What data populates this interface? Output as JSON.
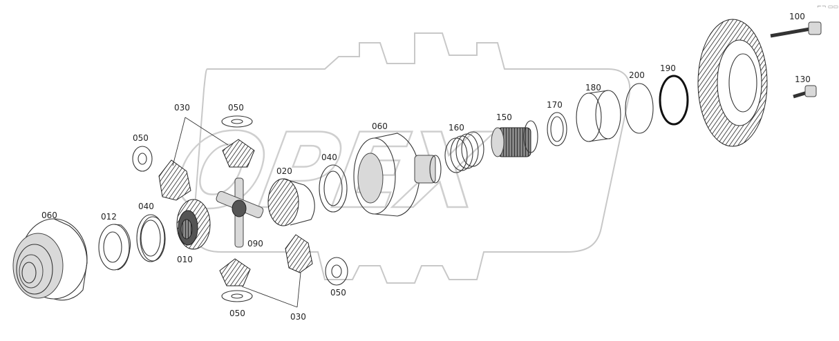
{
  "corner_mark": "⌐¬ ▭▭",
  "watermark": {
    "text": "OPEX"
  },
  "callouts": {
    "c100": "100",
    "c130": "130",
    "c190": "190",
    "c200": "200",
    "c180": "180",
    "c170": "170",
    "c150": "150",
    "c160": "160",
    "c060_top": "060",
    "c040_top": "040",
    "c020": "020",
    "c050_top": "050",
    "c030_top": "030",
    "c050_left": "050",
    "c060_left": "060",
    "c012": "012",
    "c040_left": "040",
    "c010": "010",
    "c090": "090",
    "c050_right": "050",
    "c050_bottom": "050",
    "c030_bottom": "030"
  }
}
